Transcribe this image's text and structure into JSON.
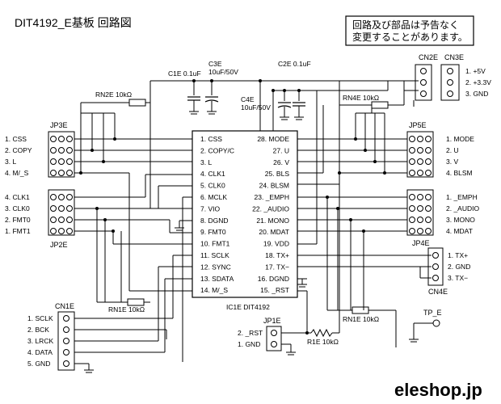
{
  "title": "DIT4192_E基板 回路図",
  "notice": [
    "回路及び部品は予告なく",
    "変更することがあります。"
  ],
  "brand": "eleshop.jp",
  "ic": {
    "name": "IC1E DIT4192",
    "left_pins": [
      "1. CSS",
      "2. COPY/C",
      "3. L",
      "4. CLK1",
      "5. CLK0",
      "6. MCLK",
      "7. VIO",
      "8. DGND",
      "9. FMT0",
      "10. FMT1",
      "11. SCLK",
      "12. SYNC",
      "13. SDATA",
      "14. M/_S"
    ],
    "right_pins": [
      "28. MODE",
      "27. U",
      "26. V",
      "25. BLS",
      "24. BLSM",
      "23. _EMPH",
      "22. _AUDIO",
      "21. MONO",
      "20. MDAT",
      "19. VDD",
      "18. TX+",
      "17. TX−",
      "16. DGND",
      "15. _RST"
    ]
  },
  "jp3e": {
    "name": "JP3E",
    "pins": [
      "1. CSS",
      "2. COPY",
      "3. L",
      "4. M/_S"
    ]
  },
  "jp2e": {
    "name": "JP2E",
    "pins": [
      "4. CLK1",
      "3. CLK0",
      "2. FMT0",
      "1. FMT1"
    ]
  },
  "jp5e": {
    "name": "JP5E",
    "pins": [
      "1. MODE",
      "2. U",
      "3. V",
      "4. BLSM"
    ]
  },
  "jp4e": {
    "name": "JP4E",
    "pins": [
      "1. _EMPH",
      "2. _AUDIO",
      "3. MONO",
      "4. MDAT"
    ]
  },
  "cn4e": {
    "name": "CN4E",
    "pins": [
      "1. TX+",
      "2. GND",
      "3. TX−"
    ]
  },
  "cn1e": {
    "name": "CN1E",
    "pins": [
      "1. SCLK",
      "2. BCK",
      "3. LRCK",
      "4. DATA",
      "5. GND"
    ]
  },
  "cn2e": {
    "name": "CN2E"
  },
  "cn3e": {
    "name": "CN3E",
    "pins": [
      "1. +5V",
      "2. +3.3V",
      "3. GND"
    ]
  },
  "jp1e": {
    "name": "JP1E",
    "pins": [
      "2. _RST",
      "1. GND"
    ]
  },
  "components": {
    "c1e": "C1E 0.1uF",
    "c3e_name": "C3E",
    "c3e_value": "10uF/50V",
    "c2e": "C2E 0.1uF",
    "c4e_name": "C4E",
    "c4e_value": "10uF/50V",
    "rn2e": "RN2E 10kΩ",
    "rn4e": "RN4E 10kΩ",
    "rn1e_left": "RN1E 10kΩ",
    "rn1e_right": "RN1E 10kΩ",
    "r1e": "R1E 10kΩ",
    "tp_e": "TP_E"
  }
}
